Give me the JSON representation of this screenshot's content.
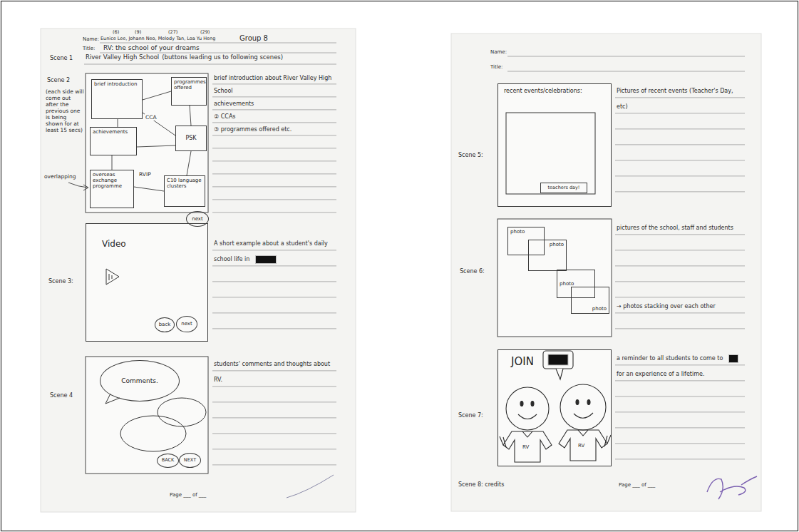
{
  "diagram": {
    "nodes": [
      {
        "text": [
          "brief introduction"
        ]
      },
      {
        "text": [
          "programmes offered"
        ]
      },
      {
        "text": [
          "achievements"
        ]
      },
      {
        "text": [
          "PSK"
        ]
      },
      {
        "text": [
          "overseas exchange programme"
        ]
      },
      {
        "text": [
          "C10 language clusters"
        ]
      },
      {
        "text": [
          "next"
        ]
      },
      {
        "text": [
          "Video"
        ]
      },
      {
        "text": [
          "back"
        ],
        "in": 7
      },
      {
        "text": [
          "next"
        ],
        "in": 7
      },
      {
        "text": [
          "Comments."
        ]
      },
      {
        "text": [
          "BACK"
        ]
      },
      {
        "text": [
          "NEXT"
        ]
      },
      {
        "text": [
          "recent events/celebrations:"
        ]
      },
      {
        "text": [
          "teachers day!"
        ],
        "in": 13
      },
      {
        "text": [
          "photo"
        ]
      },
      {
        "text": [
          "photo"
        ]
      },
      {
        "text": [
          "photo"
        ]
      },
      {
        "text": [
          "photo"
        ]
      },
      {
        "text": [
          "JOIN"
        ]
      }
    ],
    "labels": [
      "(6)",
      "(9)",
      "(27)",
      "(29)",
      "Name:",
      "Eunice Lee, Johann Neo, Melody Tan, Loa Yu Heng",
      "Group 8",
      "Title:",
      "RV: the school of your dreams",
      "Scene 1",
      "River Valley High School",
      "(buttons leading us to following scenes)",
      "Scene 2",
      "(each side will come out after the previous one is being shown for at least 15 secs)",
      "overlapping",
      "CCA",
      "RVIP",
      "brief introduction about River Valley High School",
      "achievements",
      "② CCAs",
      "③ programmes offered etc.",
      "Scene 3:",
      "A short example about a student's daily school life in",
      "Scene 4",
      "students' comments and thoughts about RV.",
      "Page ___ of ___",
      "Name:",
      "Title:",
      "Scene 5:",
      "Pictures of recent events (Teacher's Day, etc)",
      "Scene 6:",
      "pictures of the school, staff and students",
      "→ photos stacking over each other",
      "Scene 7:",
      "a reminder to all students to come to",
      "for an experience of a lifetime.",
      "RV",
      "RV",
      "Scene 8: credits",
      "Page ___ of ___"
    ]
  }
}
